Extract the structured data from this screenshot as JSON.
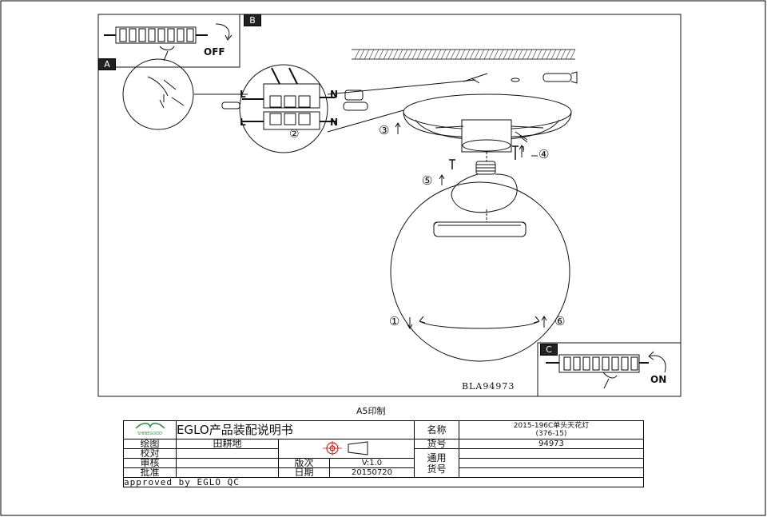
{
  "diagram": {
    "panel_b": {
      "tag": "B",
      "switch_text": "OFF"
    },
    "panel_a": {
      "tag": "A"
    },
    "panel_c": {
      "tag": "C",
      "switch_text": "ON"
    },
    "wiring": {
      "l_top": "L",
      "n_top": "N",
      "l_bottom": "L",
      "n_bottom": "N",
      "step": "②"
    },
    "steps": {
      "s1": "①",
      "s3": "③",
      "s4": "④",
      "s5": "⑤",
      "s6": "⑥"
    },
    "model_code": "BLA94973",
    "print_size": "A5印制"
  },
  "title_block": {
    "logo_text": "SHINEGOOD",
    "title": "EGLO产品装配说明书",
    "name_label": "名称",
    "name_value_1": "2015-196C单头天花灯",
    "name_value_2": "(376-15)",
    "drawn_label": "绘图",
    "drawn_value": "田耕地",
    "item_no_label": "货号",
    "item_no_value": "94973",
    "check_label": "校对",
    "review_label": "审核",
    "general_label_1": "通用",
    "general_label_2": "货号",
    "version_label": "版次",
    "version_value": "V:1.0",
    "approve_label": "批准",
    "date_label": "日期",
    "date_value": "20150720",
    "approved_text": "approved by EGLO QC"
  }
}
